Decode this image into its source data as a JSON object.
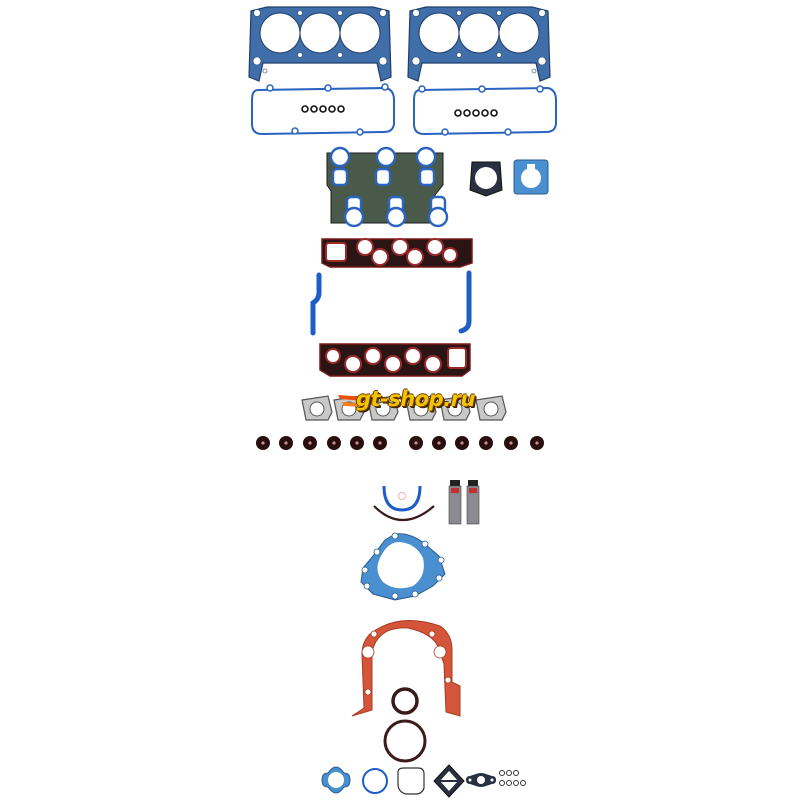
{
  "image": {
    "subject": "Engine full gasket set (V6) product photo on white background",
    "background": "#ffffff"
  },
  "watermark": {
    "text": "gt-shop.ru",
    "color": "#f5c400",
    "accent": "#e8500a"
  },
  "colors": {
    "head_gasket": "#3f6ea8",
    "blue_rubber": "#2a64c0",
    "black_rubber": "#1a1a1a",
    "intake_red": "#7a1a1a",
    "water_pump_blue": "#4a8fd0",
    "timing_cover_red": "#d4553a",
    "seal_dark": "#3a1a1a"
  },
  "parts": [
    {
      "name": "cylinder-head-gasket-left",
      "count": 1
    },
    {
      "name": "cylinder-head-gasket-right",
      "count": 1
    },
    {
      "name": "valve-cover-gasket",
      "count": 2
    },
    {
      "name": "spark-plug-tube-seal",
      "count": 10
    },
    {
      "name": "upper-intake-manifold-gasket",
      "count": 1
    },
    {
      "name": "throttle-body-gasket",
      "count": 2
    },
    {
      "name": "lower-intake-manifold-gasket",
      "count": 2
    },
    {
      "name": "intake-end-seal",
      "count": 2
    },
    {
      "name": "exhaust-manifold-gasket",
      "count": 6
    },
    {
      "name": "valve-stem-seal",
      "count": 12
    },
    {
      "name": "rear-main-seal",
      "count": 1
    },
    {
      "name": "rtv-sealant-tube",
      "count": 2
    },
    {
      "name": "water-pump-gasket",
      "count": 1
    },
    {
      "name": "timing-cover-gasket",
      "count": 1
    },
    {
      "name": "crankshaft-seal",
      "count": 2
    },
    {
      "name": "thermostat-gasket",
      "count": 1
    },
    {
      "name": "o-ring",
      "count": 8
    },
    {
      "name": "oil-pan-gasket-misc",
      "count": 3
    }
  ]
}
